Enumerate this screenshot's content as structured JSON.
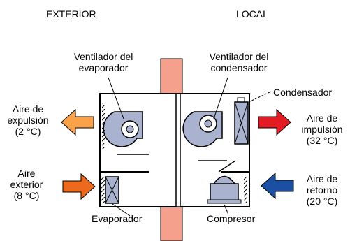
{
  "headings": {
    "exterior": "EXTERIOR",
    "local": "LOCAL"
  },
  "components": {
    "fan_evaporator_line1": "Ventilador del",
    "fan_evaporator_line2": "evaporador",
    "fan_condenser_line1": "Ventilador del",
    "fan_condenser_line2": "condensador",
    "condenser": "Condensador",
    "evaporator": "Evaporador",
    "compressor": "Compresor"
  },
  "airflows": {
    "exhaust": {
      "line1": "Aire de",
      "line2": "expulsión",
      "temp": "(2 °C)",
      "color": "#f9a24a"
    },
    "outside": {
      "line1": "Aire",
      "line2": "exterior",
      "temp": "(8 °C)",
      "color": "#ec6a1b"
    },
    "supply": {
      "line1": "Aire de",
      "line2": "impulsión",
      "temp": "(32 °C)",
      "color": "#e31b23"
    },
    "return": {
      "line1": "Aire de",
      "line2": "retorno",
      "temp": "(20 °C)",
      "color": "#1b4fa3"
    }
  },
  "colors": {
    "duct": "#f4a08c",
    "component_fill": "#a9b3cf",
    "outline": "#000000"
  }
}
